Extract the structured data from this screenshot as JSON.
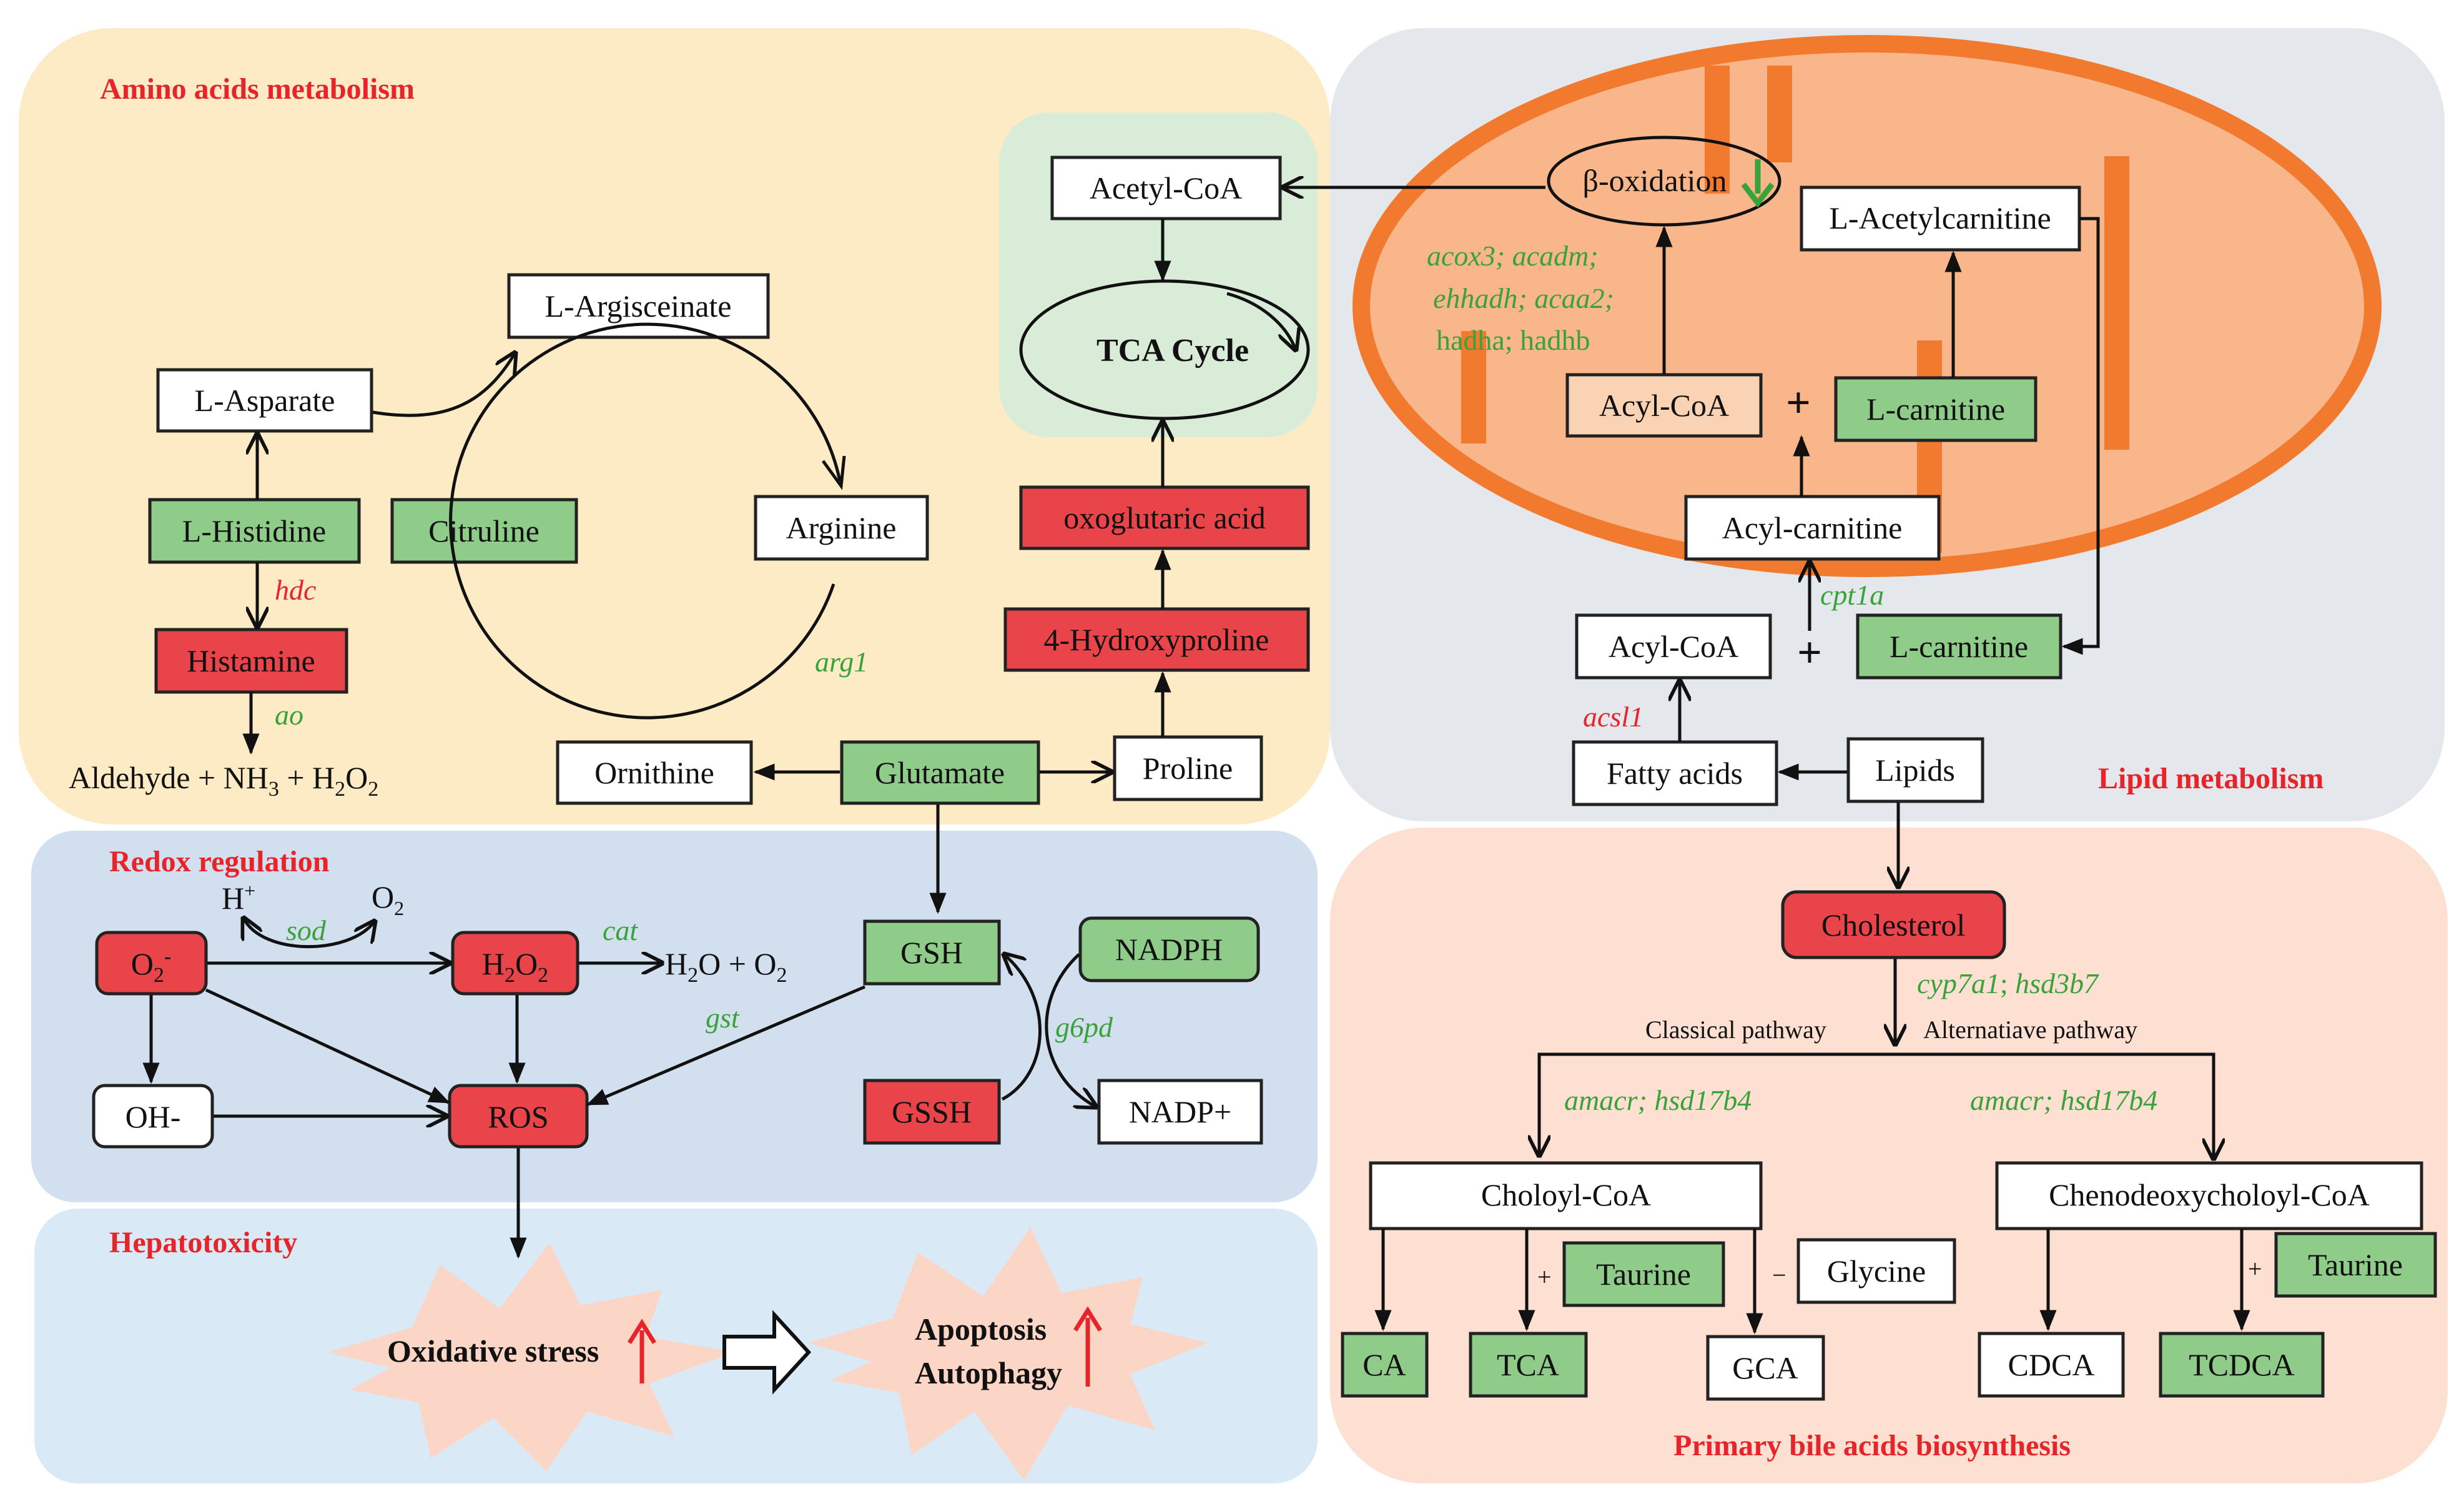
{
  "sections": {
    "amino": "Amino acids metabolism",
    "lipid": "Lipid metabolism",
    "redox": "Redox regulation",
    "hepato": "Hepatotoxicity",
    "bile": "Primary bile acids biosynthesis"
  },
  "amino": {
    "acetyl_coa": "Acetyl-CoA",
    "tca_cycle": "TCA Cycle",
    "l_argisceinate": "L-Argisceinate",
    "l_asparate": "L-Asparate",
    "l_histidine": "L-Histidine",
    "citruline": "Citruline",
    "arginine": "Arginine",
    "histamine": "Histamine",
    "aldehyde": "Aldehyde + NH",
    "nh_sub": "3",
    "plus_h2o2": " + H",
    "h2_sub": "2",
    "o_letter": "O",
    "o2_sub": "2",
    "ornithine": "Ornithine",
    "glutamate": "Glutamate",
    "proline": "Proline",
    "hydroxyproline": "4-Hydroxyproline",
    "oxoglutaric": "oxoglutaric acid",
    "gene_hdc": "hdc",
    "gene_ao": "ao",
    "gene_arg1": "arg1"
  },
  "lipid": {
    "beta_oxidation": "β-oxidation",
    "l_acetylcarnitine": "L-Acetylcarnitine",
    "acyl_coa_top": "Acyl-CoA",
    "l_carnitine_top": "L-carnitine",
    "acyl_carnitine": "Acyl-carnitine",
    "acyl_coa_bottom": "Acyl-CoA",
    "l_carnitine_bottom": "L-carnitine",
    "fatty_acids": "Fatty acids",
    "lipids": "Lipids",
    "plus": "+",
    "gene_line1": "acox3; acadm;",
    "gene_line2": "ehhadh; acaa2;",
    "gene_line3": "hadha; hadhb",
    "gene_cpt1a": "cpt1a",
    "gene_acsl1": "acsl1"
  },
  "redox": {
    "o2_minus": "O",
    "o2_minus_sub": "2",
    "o2_minus_sup": "-",
    "h_plus": "H",
    "h_plus_sup": "+",
    "o2": "O",
    "o2_sub": "2",
    "h2o2": "H",
    "h2o2_sub1": "2",
    "h2o2_o": "O",
    "h2o2_sub2": "2",
    "h2o_o2": "H",
    "h2o_sub": "2",
    "h2o_rest": "O + O",
    "h2o_o2_sub": "2",
    "oh": "OH-",
    "ros": "ROS",
    "gsh": "GSH",
    "gssh": "GSSH",
    "nadph": "NADPH",
    "nadp": "NADP+",
    "gene_sod": "sod",
    "gene_cat": "cat",
    "gene_gst": "gst",
    "gene_g6pd": "g6pd"
  },
  "hepato": {
    "oxidative_stress": "Oxidative stress",
    "apoptosis": "Apoptosis",
    "autophagy": "Autophagy"
  },
  "bile": {
    "cholesterol": "Cholesterol",
    "gene_cyp": "cyp7a1",
    "gene_sep": "; ",
    "gene_hsd": "hsd3b7",
    "classical": "Classical pathway",
    "alternative": "Alternatiave pathway",
    "gene_left": "amacr; hsd17b4",
    "gene_right": "amacr; hsd17b4",
    "choloyl_coa": "Choloyl-CoA",
    "chenodeoxy": "Chenodeoxycholoyl-CoA",
    "taurine_left": "Taurine",
    "glycine": "Glycine",
    "taurine_right": "Taurine",
    "ca": "CA",
    "tca": "TCA",
    "gca": "GCA",
    "cdca": "CDCA",
    "tcdca": "TCDCA",
    "plus": "+",
    "minus": "−"
  },
  "colors": {
    "increased": "#e8444a",
    "decreased": "#8fcc8a",
    "unchanged": "#ffffff",
    "gene_up": "#e8242b",
    "gene_down": "#3aa23a"
  }
}
